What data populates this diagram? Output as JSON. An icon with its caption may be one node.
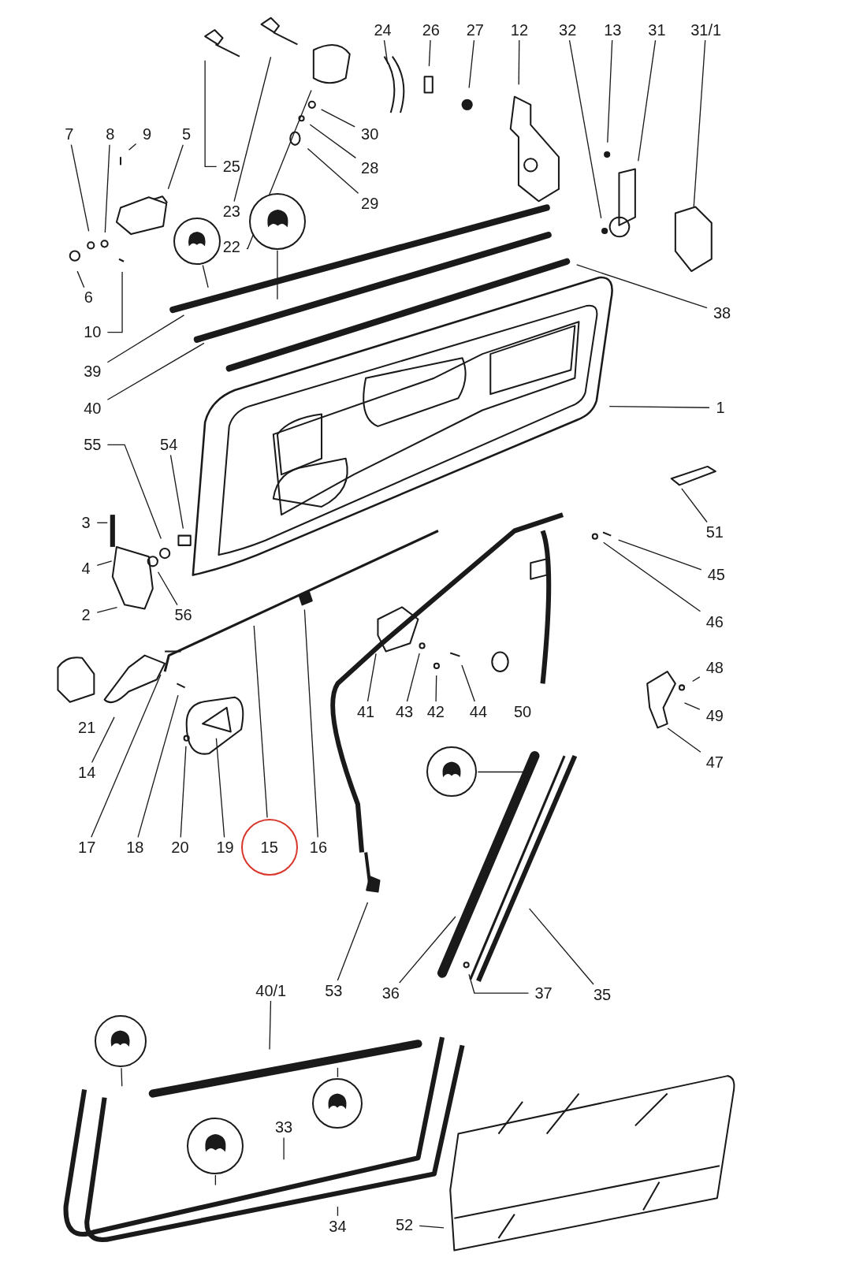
{
  "diagram": {
    "nodes": [
      {
        "text": [
          "24"
        ]
      },
      {
        "text": [
          "26"
        ]
      },
      {
        "text": [
          "27"
        ]
      },
      {
        "text": [
          "12"
        ]
      },
      {
        "text": [
          "32"
        ]
      },
      {
        "text": [
          "13"
        ]
      },
      {
        "text": [
          "31"
        ]
      },
      {
        "text": [
          "31/1"
        ]
      },
      {
        "text": [
          "7"
        ]
      },
      {
        "text": [
          "8"
        ]
      },
      {
        "text": [
          "9"
        ]
      },
      {
        "text": [
          "5"
        ]
      },
      {
        "text": [
          "23"
        ]
      },
      {
        "text": [
          "22"
        ]
      },
      {
        "text": [
          "25"
        ]
      },
      {
        "text": [
          "30"
        ]
      },
      {
        "text": [
          "28"
        ]
      },
      {
        "text": [
          "29"
        ]
      },
      {
        "text": [
          "6"
        ]
      },
      {
        "text": [
          "10"
        ]
      },
      {
        "text": [
          "39"
        ]
      },
      {
        "text": [
          "40"
        ]
      },
      {
        "text": [
          "38"
        ]
      },
      {
        "text": [
          "1"
        ]
      },
      {
        "text": [
          "55"
        ]
      },
      {
        "text": [
          "54"
        ]
      },
      {
        "text": [
          "3"
        ]
      },
      {
        "text": [
          "4"
        ]
      },
      {
        "text": [
          "2"
        ]
      },
      {
        "text": [
          "56"
        ]
      },
      {
        "text": [
          "51"
        ]
      },
      {
        "text": [
          "45"
        ]
      },
      {
        "text": [
          "46"
        ]
      },
      {
        "text": [
          "41"
        ]
      },
      {
        "text": [
          "43"
        ]
      },
      {
        "text": [
          "42"
        ]
      },
      {
        "text": [
          "44"
        ]
      },
      {
        "text": [
          "48"
        ]
      },
      {
        "text": [
          "49"
        ]
      },
      {
        "text": [
          "47"
        ]
      },
      {
        "text": [
          "14"
        ]
      },
      {
        "text": [
          "17"
        ]
      },
      {
        "text": [
          "18"
        ]
      },
      {
        "text": [
          "20"
        ]
      },
      {
        "text": [
          "19"
        ]
      },
      {
        "text": [
          "15"
        ]
      },
      {
        "text": [
          "16"
        ]
      },
      {
        "text": [
          "53"
        ]
      },
      {
        "text": [
          "36"
        ]
      },
      {
        "text": [
          "37"
        ]
      },
      {
        "text": [
          "35"
        ]
      },
      {
        "text": [
          "40/1"
        ]
      },
      {
        "text": [
          "33"
        ]
      },
      {
        "text": [
          "34"
        ]
      },
      {
        "text": [
          "52"
        ]
      },
      {
        "text": [],
        "shape": "circle"
      },
      {
        "text": [],
        "shape": "circle"
      },
      {
        "text": [],
        "shape": "circle"
      },
      {
        "text": [],
        "shape": "circle"
      },
      {
        "text": [],
        "shape": "circle"
      },
      {
        "text": [],
        "shape": "circle"
      }
    ],
    "edges": [
      {
        "from": 0,
        "to": null,
        "arrow": "none"
      },
      {
        "from": 1,
        "to": null,
        "arrow": "none"
      },
      {
        "from": 2,
        "to": null,
        "arrow": "none"
      },
      {
        "from": 3,
        "to": null,
        "arrow": "none"
      },
      {
        "from": 4,
        "to": null,
        "arrow": "none"
      },
      {
        "from": 5,
        "to": null,
        "arrow": "none"
      },
      {
        "from": 6,
        "to": null,
        "arrow": "none"
      },
      {
        "from": 7,
        "to": null,
        "arrow": "none"
      },
      {
        "from": 8,
        "to": null,
        "arrow": "none"
      },
      {
        "from": 9,
        "to": null,
        "arrow": "none"
      },
      {
        "from": 10,
        "to": null,
        "arrow": "none"
      },
      {
        "from": 11,
        "to": null,
        "arrow": "none"
      },
      {
        "from": 12,
        "to": null,
        "arrow": "none"
      },
      {
        "from": 13,
        "to": null,
        "arrow": "none"
      },
      {
        "from": 14,
        "to": null,
        "arrow": "none"
      },
      {
        "from": 15,
        "to": null,
        "arrow": "none"
      },
      {
        "from": 16,
        "to": null,
        "arrow": "none"
      },
      {
        "from": 17,
        "to": null,
        "arrow": "none"
      },
      {
        "from": 18,
        "to": null,
        "arrow": "none"
      },
      {
        "from": 19,
        "to": null,
        "arrow": "none"
      },
      {
        "from": 20,
        "to": null,
        "arrow": "none"
      },
      {
        "from": 21,
        "to": null,
        "arrow": "none"
      },
      {
        "from": 22,
        "to": null,
        "arrow": "none"
      },
      {
        "from": 23,
        "to": null,
        "arrow": "none"
      },
      {
        "from": 24,
        "to": null,
        "arrow": "none"
      },
      {
        "from": 25,
        "to": null,
        "arrow": "none"
      },
      {
        "from": 26,
        "to": null,
        "arrow": "none"
      },
      {
        "from": 27,
        "to": null,
        "arrow": "none"
      },
      {
        "from": 28,
        "to": null,
        "arrow": "none"
      },
      {
        "from": 29,
        "to": null,
        "arrow": "none"
      },
      {
        "from": 30,
        "to": null,
        "arrow": "none"
      },
      {
        "from": 31,
        "to": null,
        "arrow": "none"
      },
      {
        "from": 32,
        "to": null,
        "arrow": "none"
      },
      {
        "from": 33,
        "to": null,
        "arrow": "none"
      },
      {
        "from": 34,
        "to": null,
        "arrow": "none"
      },
      {
        "from": 35,
        "to": null,
        "arrow": "none"
      },
      {
        "from": 36,
        "to": null,
        "arrow": "none"
      },
      {
        "from": 37,
        "to": null,
        "arrow": "none"
      },
      {
        "from": 38,
        "to": null,
        "arrow": "none"
      },
      {
        "from": 39,
        "to": null,
        "arrow": "none"
      },
      {
        "from": 40,
        "to": null,
        "arrow": "none"
      },
      {
        "from": 41,
        "to": null,
        "arrow": "none"
      },
      {
        "from": 42,
        "to": null,
        "arrow": "none"
      },
      {
        "from": 43,
        "to": null,
        "arrow": "none"
      },
      {
        "from": 44,
        "to": null,
        "arrow": "none"
      },
      {
        "from": 45,
        "to": null,
        "arrow": "none"
      },
      {
        "from": 46,
        "to": null,
        "arrow": "none"
      },
      {
        "from": 47,
        "to": null,
        "arrow": "none"
      },
      {
        "from": 48,
        "to": null,
        "arrow": "none"
      },
      {
        "from": 49,
        "to": null,
        "arrow": "none"
      },
      {
        "from": 50,
        "to": null,
        "arrow": "none"
      },
      {
        "from": 51,
        "to": null,
        "arrow": "none"
      },
      {
        "from": 52,
        "to": null,
        "arrow": "none"
      },
      {
        "from": 53,
        "to": null,
        "arrow": "none"
      },
      {
        "from": 54,
        "to": null,
        "arrow": "none"
      },
      {
        "from": 55,
        "to": null,
        "arrow": "none"
      },
      {
        "from": 56,
        "to": null,
        "arrow": "none"
      },
      {
        "from": 57,
        "to": null,
        "arrow": "none"
      },
      {
        "from": 58,
        "to": null,
        "arrow": "none"
      },
      {
        "from": 59,
        "to": null,
        "arrow": "none"
      },
      {
        "from": 60,
        "to": null,
        "arrow": "none"
      }
    ],
    "labels": [
      "21",
      "50"
    ]
  }
}
